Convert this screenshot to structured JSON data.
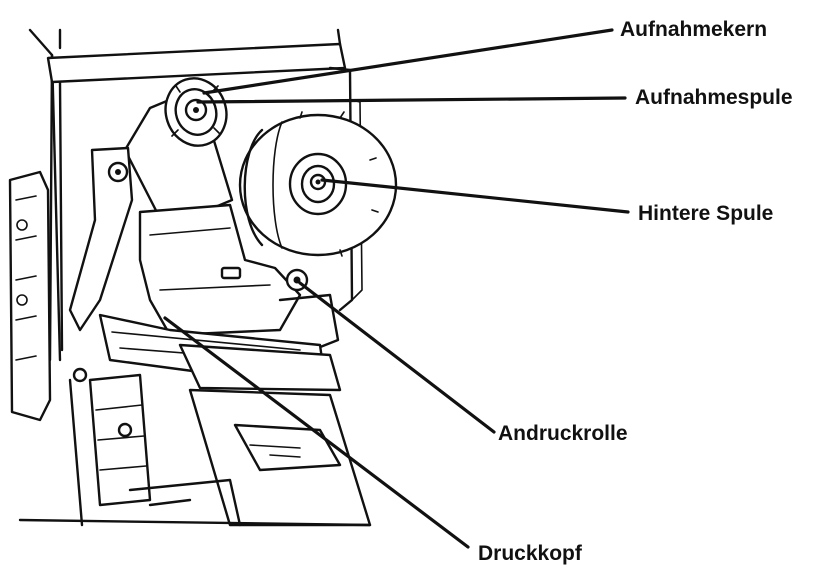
{
  "labels": {
    "takeup_core": "Aufnahmekern",
    "takeup_spool": "Aufnahmespule",
    "rear_spool": "Hintere Spule",
    "pressure_roller": "Andruckrolle",
    "print_head": "Druckkopf"
  },
  "colors": {
    "ink": "#111111",
    "background": "#ffffff"
  }
}
